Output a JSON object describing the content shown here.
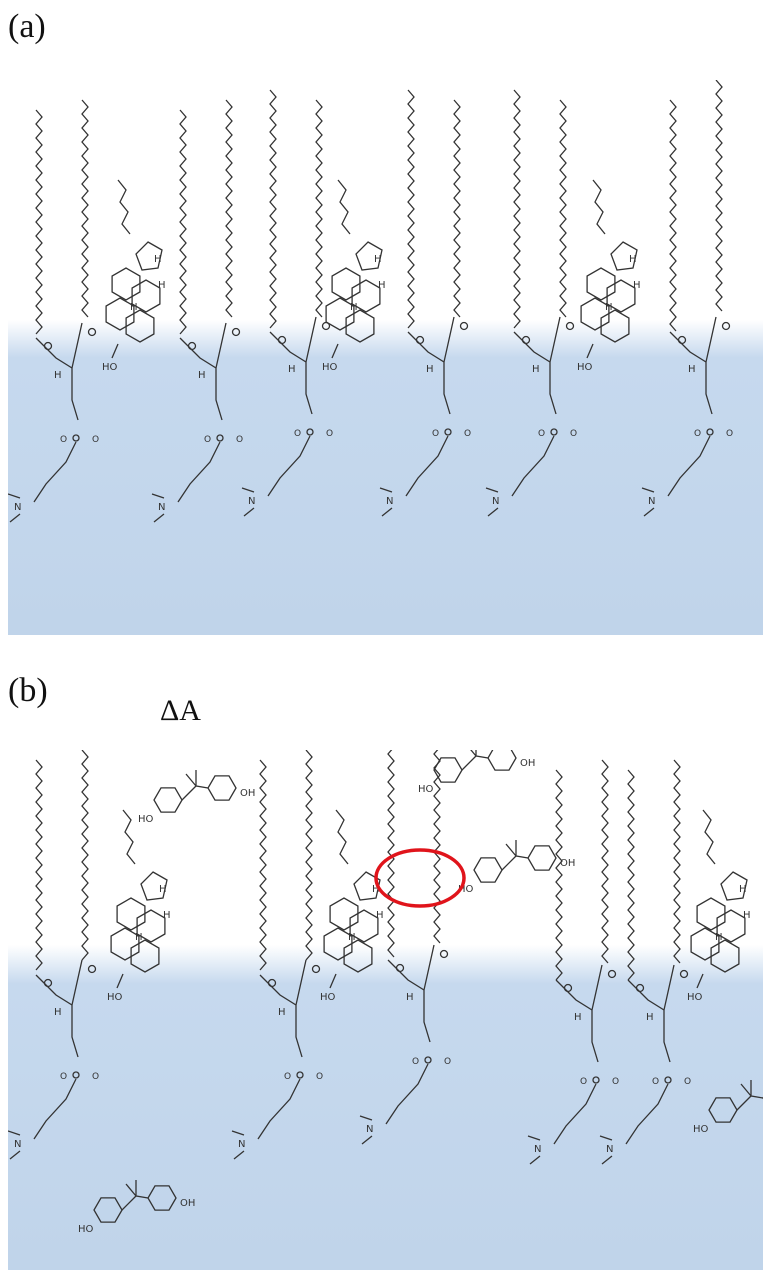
{
  "panels": [
    {
      "label": "(a)"
    },
    {
      "label": "(b)",
      "annotation": "ΔA"
    }
  ],
  "colors": {
    "water": "#c2d6ec",
    "molecule": "#333333",
    "highlight": "#e0141b"
  },
  "icons": [
    "phospholipid-molecule",
    "cholesterol-molecule",
    "bisphenol-a-molecule",
    "area-expansion-arrow",
    "highlight-circle"
  ]
}
